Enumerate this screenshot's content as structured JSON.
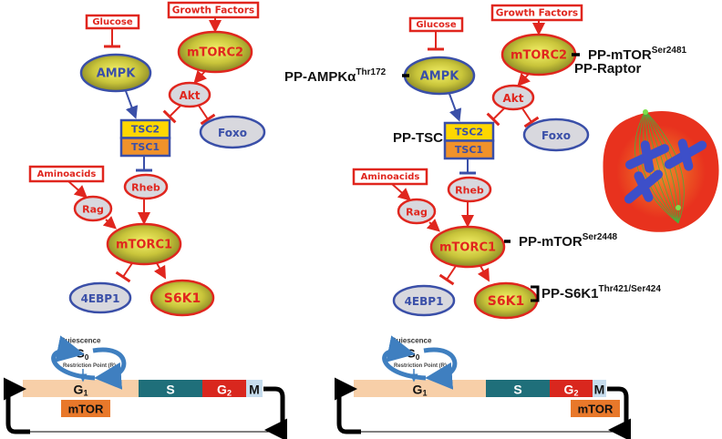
{
  "pathway": {
    "glucose": "Glucose",
    "growth_factors": "Growth Factors",
    "ampk": "AMPK",
    "mtorc2": "mTORC2",
    "akt": "Akt",
    "foxo": "Foxo",
    "tsc2": "TSC2",
    "tsc1": "TSC1",
    "aminoacids": "Aminoacids",
    "rheb": "Rheb",
    "rag": "Rag",
    "mtorc1": "mTORC1",
    "4ebp1": "4EBP1",
    "s6k1": "S6K1"
  },
  "phospho_labels": {
    "ampk": {
      "main": "PP-AMPKα",
      "sup": "Thr172"
    },
    "tsc": {
      "main": "PP-TSC"
    },
    "mtorc2": {
      "main": "PP-mTOR",
      "sup": "Ser2481"
    },
    "raptor": {
      "main": "PP-Raptor"
    },
    "mtorc1": {
      "main": "PP-mTOR",
      "sup": "Ser2448"
    },
    "s6k1": {
      "main": "PP-S6K1",
      "sup": "Thr421/Ser424"
    }
  },
  "cell_cycle": {
    "quiescence": "Quiescence",
    "g0": "G",
    "g0_sub": "0",
    "restriction_point": "Restriction Point (R)",
    "g1": "G",
    "g1_sub": "1",
    "s": "S",
    "g2": "G",
    "g2_sub": "2",
    "m": "M",
    "mtor": "mTOR"
  },
  "colors": {
    "activator": "#e0261e",
    "inhibitor_blue": "#3a4fa8",
    "tsc2": "#ffd700",
    "tsc1": "#f0922a",
    "g1": "#f7cfa8",
    "s": "#1f6f7a",
    "g2": "#d9271e",
    "m": "#c6dced",
    "mtor_box": "#e8782a",
    "cell": "#e8321e"
  }
}
